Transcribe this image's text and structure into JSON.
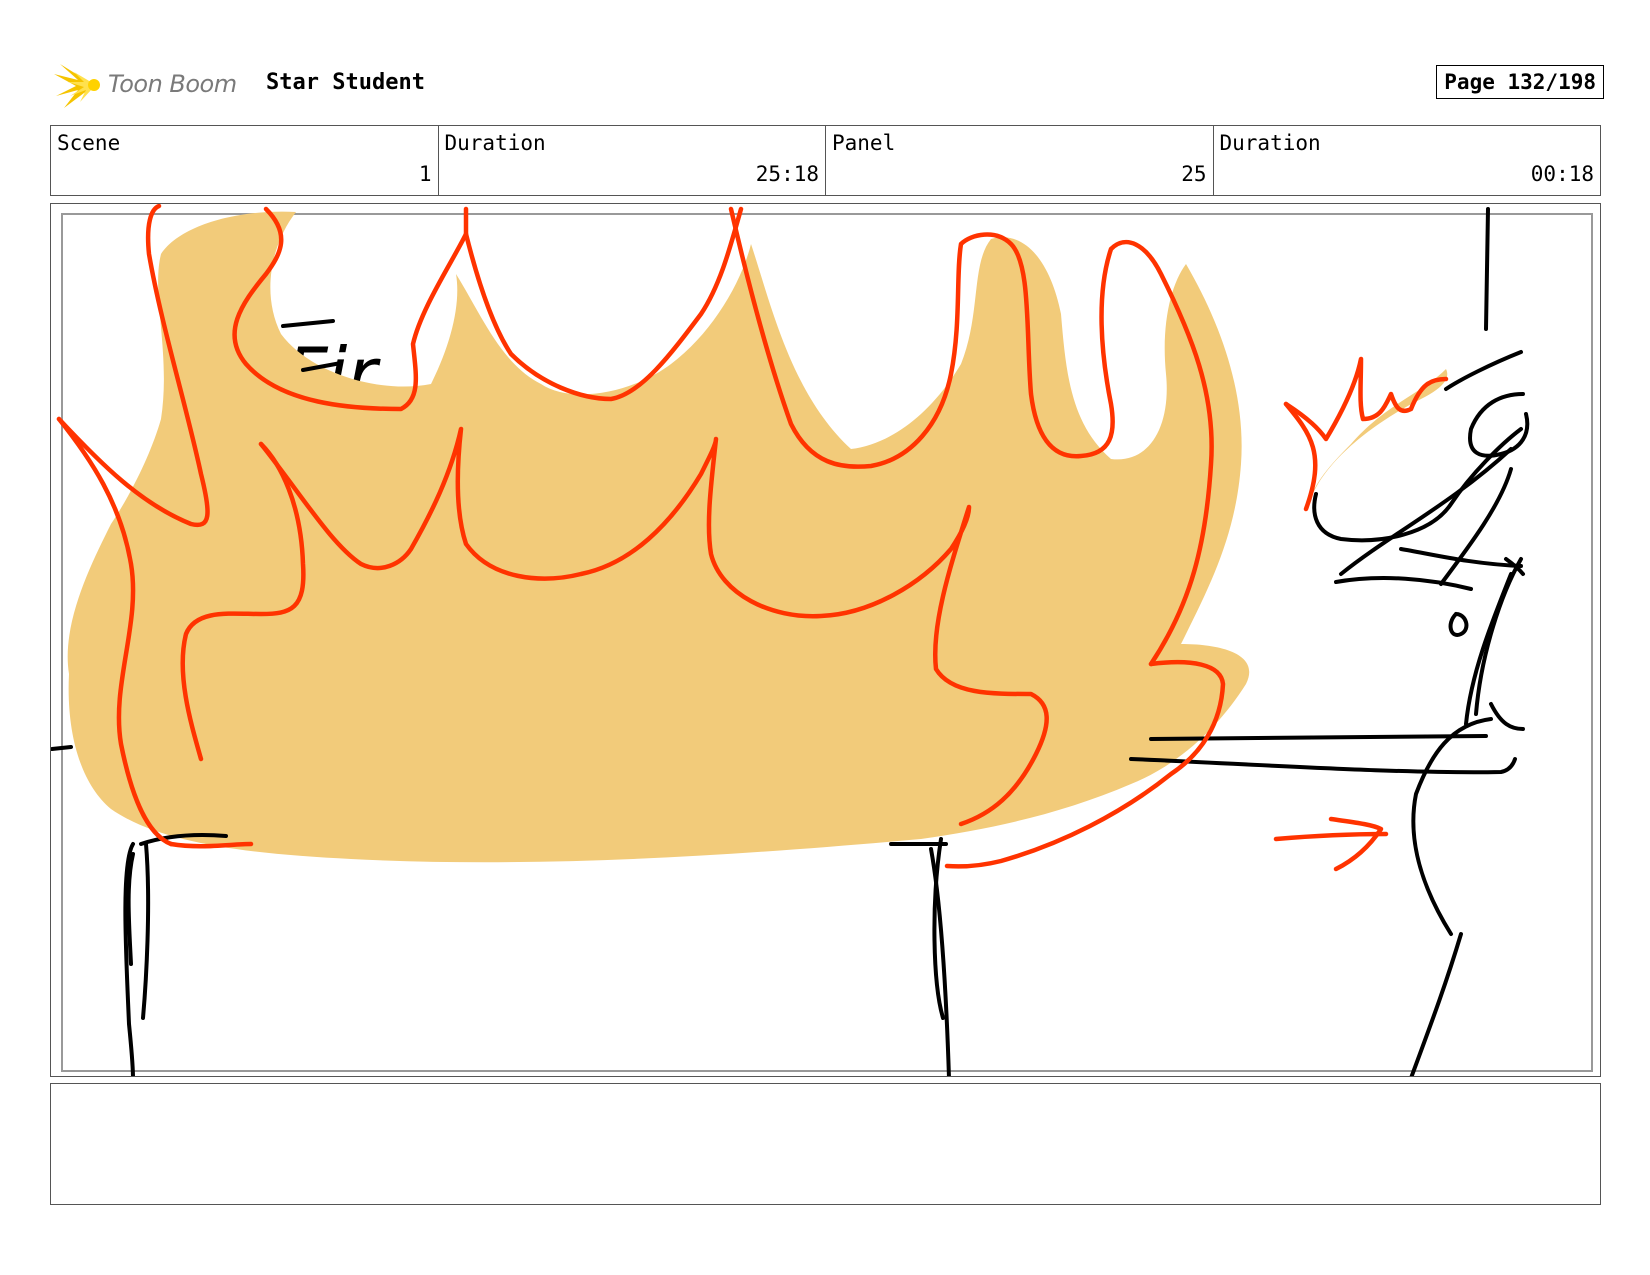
{
  "header": {
    "logo_text": "Toon Boom",
    "project_title": "Star Student",
    "page_label": "Page 132/198"
  },
  "info": {
    "scene_label": "Scene",
    "scene_value": "1",
    "scene_duration_label": "Duration",
    "scene_duration_value": "25:18",
    "panel_label": "Panel",
    "panel_value": "25",
    "panel_duration_label": "Duration",
    "panel_duration_value": "00:18"
  },
  "panel": {
    "sketch_text": "Fir",
    "colors": {
      "flame_fill": "#f2cb7a",
      "flame_outline": "#ff3300",
      "ink": "#000000"
    }
  },
  "notes": {
    "text": ""
  }
}
